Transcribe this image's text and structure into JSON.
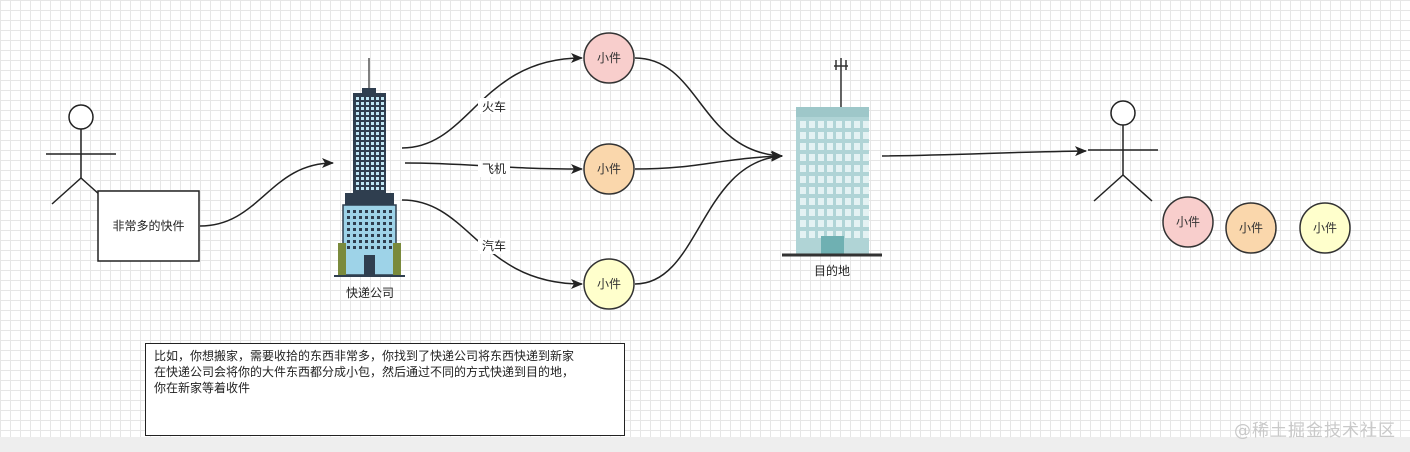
{
  "parcels_box": "非常多的快件",
  "company_label": "快递公司",
  "destination_label": "目的地",
  "routes": [
    {
      "label": "火车",
      "parcel": "小件",
      "color": "#f8cecc"
    },
    {
      "label": "飞机",
      "parcel": "小件",
      "color": "#fad7ac"
    },
    {
      "label": "汽车",
      "parcel": "小件",
      "color": "#ffffcc"
    }
  ],
  "received": [
    {
      "parcel": "小件",
      "color": "#f8cecc"
    },
    {
      "parcel": "小件",
      "color": "#fad7ac"
    },
    {
      "parcel": "小件",
      "color": "#ffffcc"
    }
  ],
  "note_lines": [
    "比如，你想搬家，需要收拾的东西非常多，你找到了快递公司将东西快递到新家",
    "在快递公司会将你的大件东西都分成小包，然后通过不同的方式快递到目的地，",
    "你在新家等着收件"
  ],
  "watermark": "@稀土掘金技术社区"
}
